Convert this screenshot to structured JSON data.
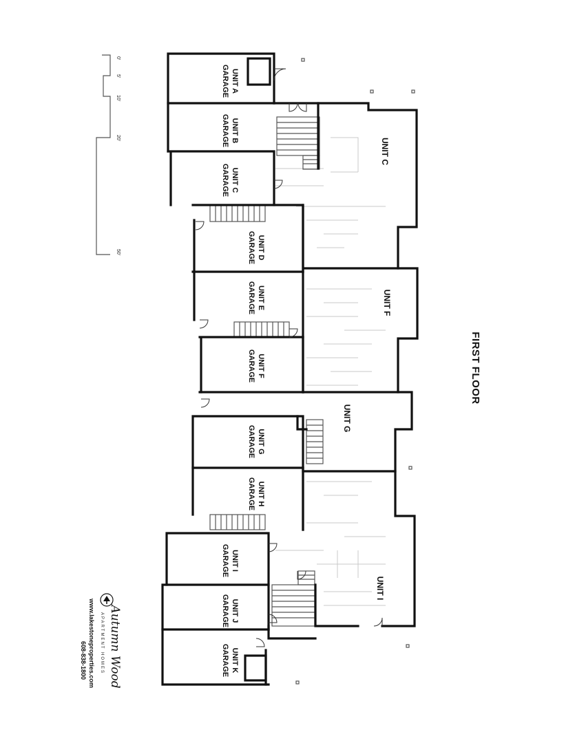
{
  "title": "FIRST FLOOR",
  "scale": {
    "ticks": [
      "0'",
      "5'",
      "10'",
      "20'",
      "50'"
    ]
  },
  "garages": [
    {
      "id": "a",
      "unit": "UNIT A",
      "label": "GARAGE"
    },
    {
      "id": "b",
      "unit": "UNIT B",
      "label": "GARAGE"
    },
    {
      "id": "c",
      "unit": "UNIT C",
      "label": "GARAGE"
    },
    {
      "id": "d",
      "unit": "UNIT D",
      "label": "GARAGE"
    },
    {
      "id": "e",
      "unit": "UNIT E",
      "label": "GARAGE"
    },
    {
      "id": "f",
      "unit": "UNIT F",
      "label": "GARAGE"
    },
    {
      "id": "g",
      "unit": "UNIT G",
      "label": "GARAGE"
    },
    {
      "id": "h",
      "unit": "UNIT H",
      "label": "GARAGE"
    },
    {
      "id": "i",
      "unit": "UNIT I",
      "label": "GARAGE"
    },
    {
      "id": "j",
      "unit": "UNIT J",
      "label": "GARAGE"
    },
    {
      "id": "k",
      "unit": "UNIT K",
      "label": "GARAGE"
    }
  ],
  "units": {
    "c": "UNIT C",
    "f": "UNIT F",
    "g": "UNIT G",
    "i": "UNIT I"
  },
  "brand": {
    "name": "Autumn Wood",
    "subtitle": "APARTMENT HOMES",
    "website": "www.lakestoneproperties.com",
    "phone": "608-838-1800"
  }
}
